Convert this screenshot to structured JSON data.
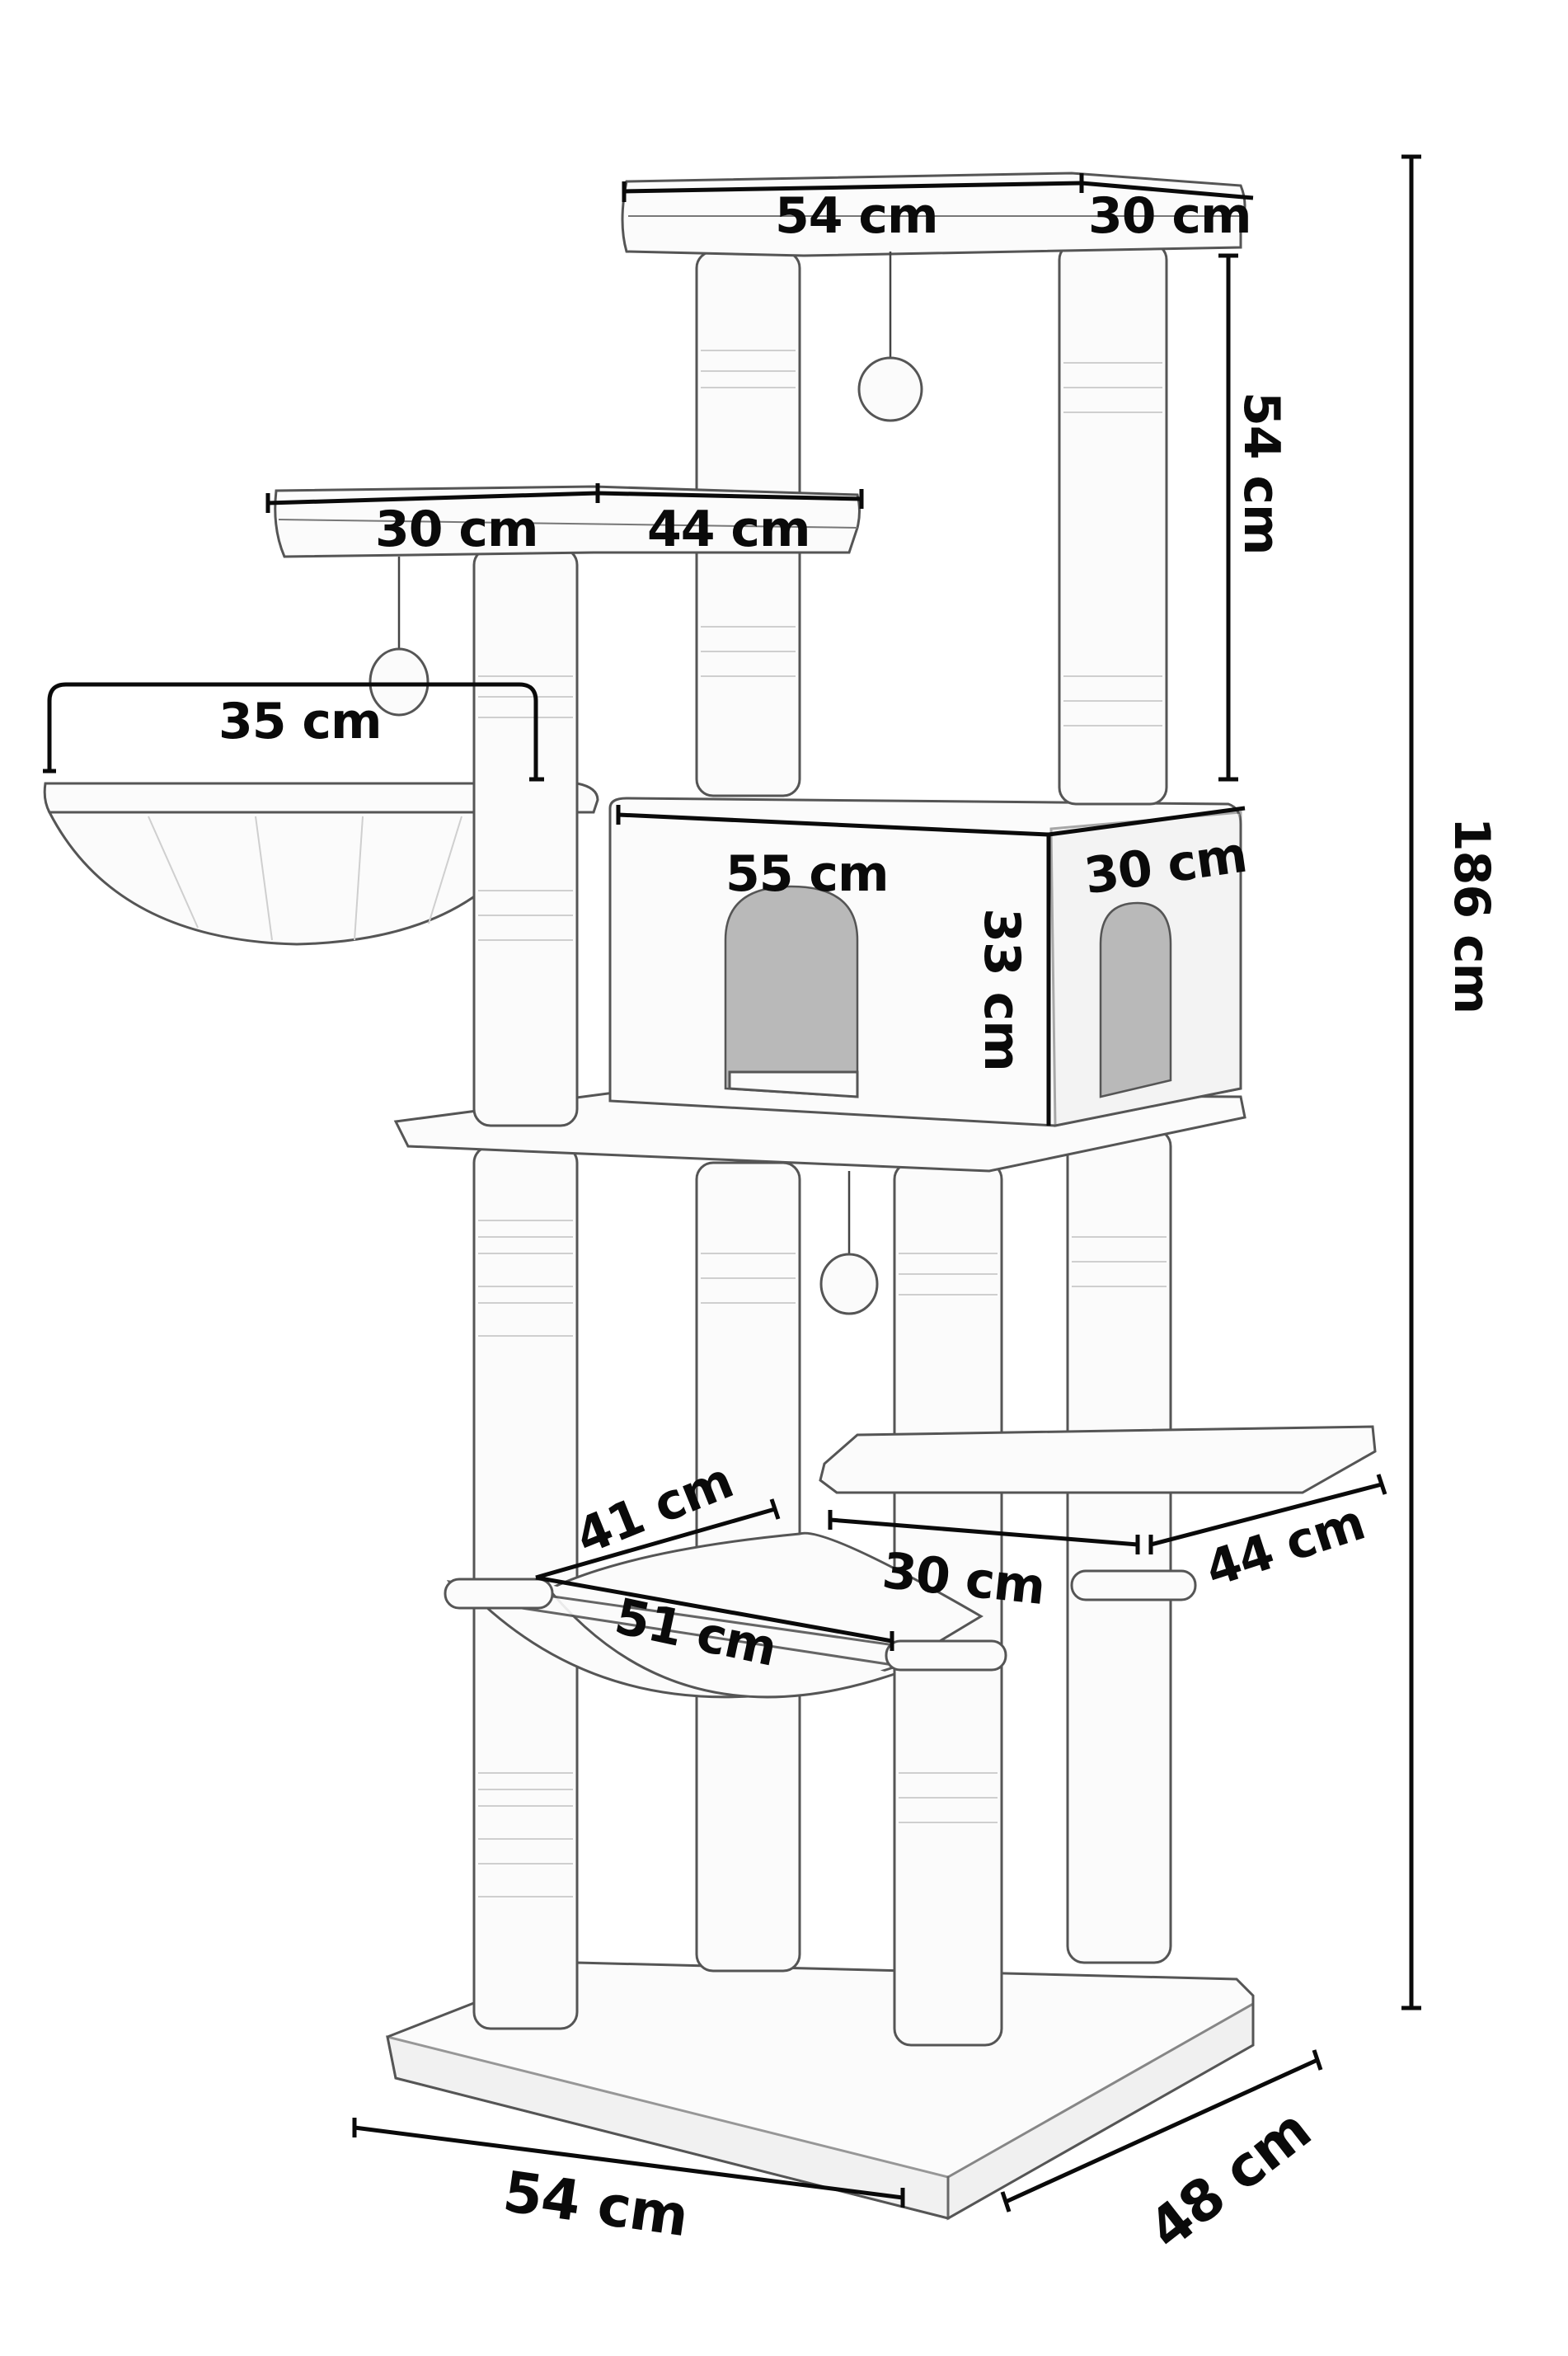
{
  "diagram": {
    "subject": "Cat tree with dimension annotations",
    "colors": {
      "background": "#ffffff",
      "lines": "#0a0a0a",
      "outline": "#555555",
      "fill": "#fbfbfb",
      "cave_interior": "#b9b9b9"
    },
    "dimensions": {
      "overall_height": "186 cm",
      "top_platform_length": "54 cm",
      "top_platform_width": "30 cm",
      "top_post_height": "54 cm",
      "left_platform_width": "30 cm",
      "left_platform_length": "44 cm",
      "basket_diameter": "35 cm",
      "condo_length": "55 cm",
      "condo_width": "30 cm",
      "condo_height": "33 cm",
      "hammock_width": "41 cm",
      "hammock_length": "51 cm",
      "step_platform_width": "30 cm",
      "step_platform_length": "44 cm",
      "base_length": "54 cm",
      "base_width": "48 cm"
    }
  }
}
